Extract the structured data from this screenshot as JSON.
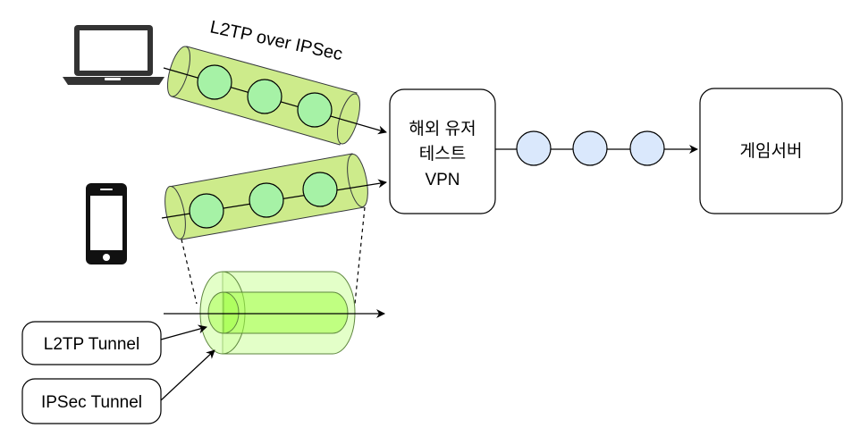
{
  "diagram": {
    "tunnel_title": "L2TP over IPSec",
    "vpn_box": {
      "lines": [
        "해외 유저",
        "테스트",
        "VPN"
      ]
    },
    "game_server_box": {
      "label": "게임서버"
    },
    "callouts": {
      "l2tp": "L2TP Tunnel",
      "ipsec": "IPSec Tunnel"
    },
    "icons": {
      "laptop": "laptop-icon",
      "phone": "smartphone-icon"
    },
    "colors": {
      "tunnel_fill": "#cdeb8b",
      "packet_green": "#a6f2a6",
      "packet_blue": "#dae8fc",
      "legend_tunnel": "#ccff99"
    }
  }
}
